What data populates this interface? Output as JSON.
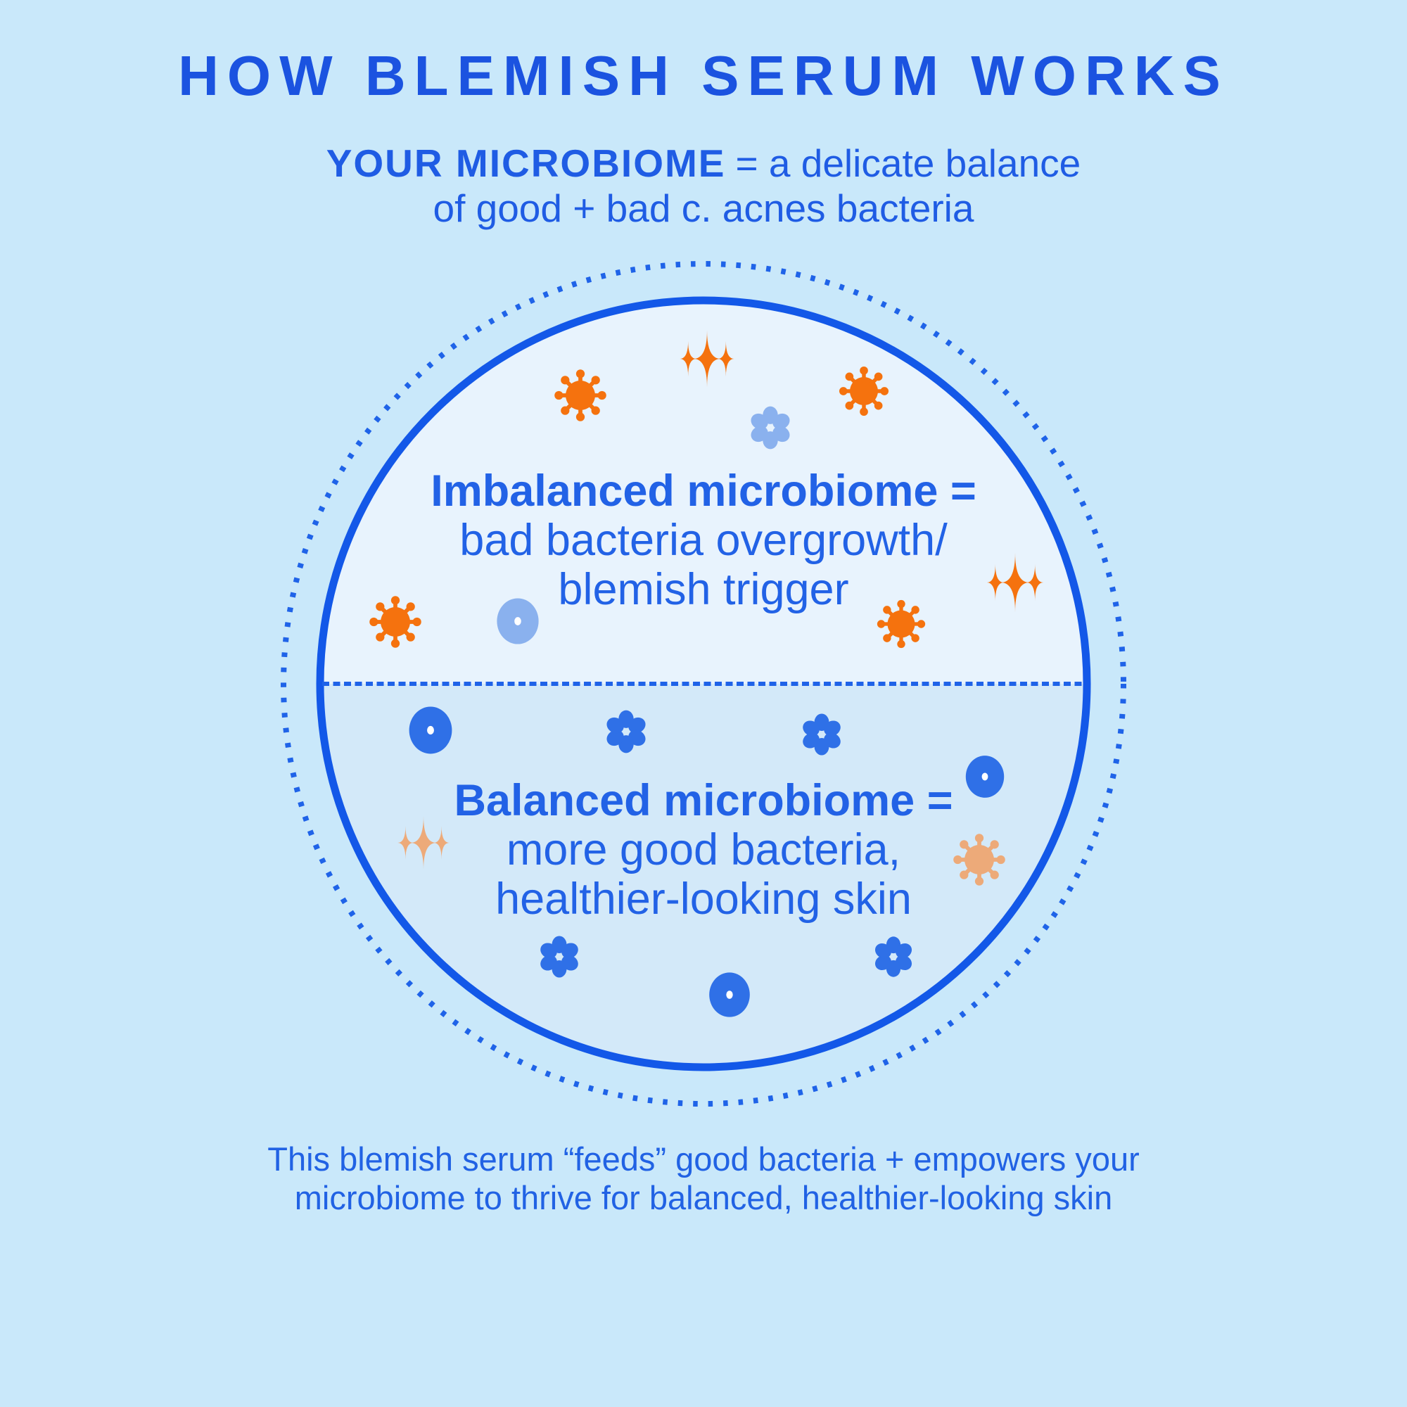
{
  "page": {
    "background_color": "#c9e8fa",
    "text_blue": "#1f5ce4",
    "stroke_blue": "#1358e8",
    "bad_bacteria_orange": "#f5720e",
    "weakened_bacteria_orange": "#edaa79",
    "good_bacteria_blue": "#2f70e7",
    "light_good_bacteria_blue": "#8ab1ee",
    "circle_top_fill": "#e8f3fd",
    "circle_bottom_fill": "#d3e9f9"
  },
  "title": "HOW BLEMISH SERUM WORKS",
  "subtitle": {
    "highlight": "YOUR MICROBIOME",
    "rest": "= a delicate balance",
    "line2": "of good + bad c. acnes bacteria"
  },
  "diagram": {
    "imbalanced": {
      "heading": "Imbalanced microbiome =",
      "line2": "bad bacteria overgrowth/",
      "line3": "blemish trigger"
    },
    "balanced": {
      "heading": "Balanced microbiome =",
      "line2": "more good bacteria,",
      "line3": "healthier-looking skin"
    },
    "icons": {
      "bad_bacteria": "orange virus burst and orange spark",
      "good_bacteria": "blue flower cluster and blue cell dot",
      "light_good_bacteria": "light blue flower and light blue cell dot",
      "weakened_bad_bacteria": "faded orange virus burst and faded spark"
    }
  },
  "caption": {
    "line1": "This blemish serum “feeds” good bacteria + empowers your",
    "line2": "microbiome to thrive for balanced, healthier-looking skin"
  }
}
